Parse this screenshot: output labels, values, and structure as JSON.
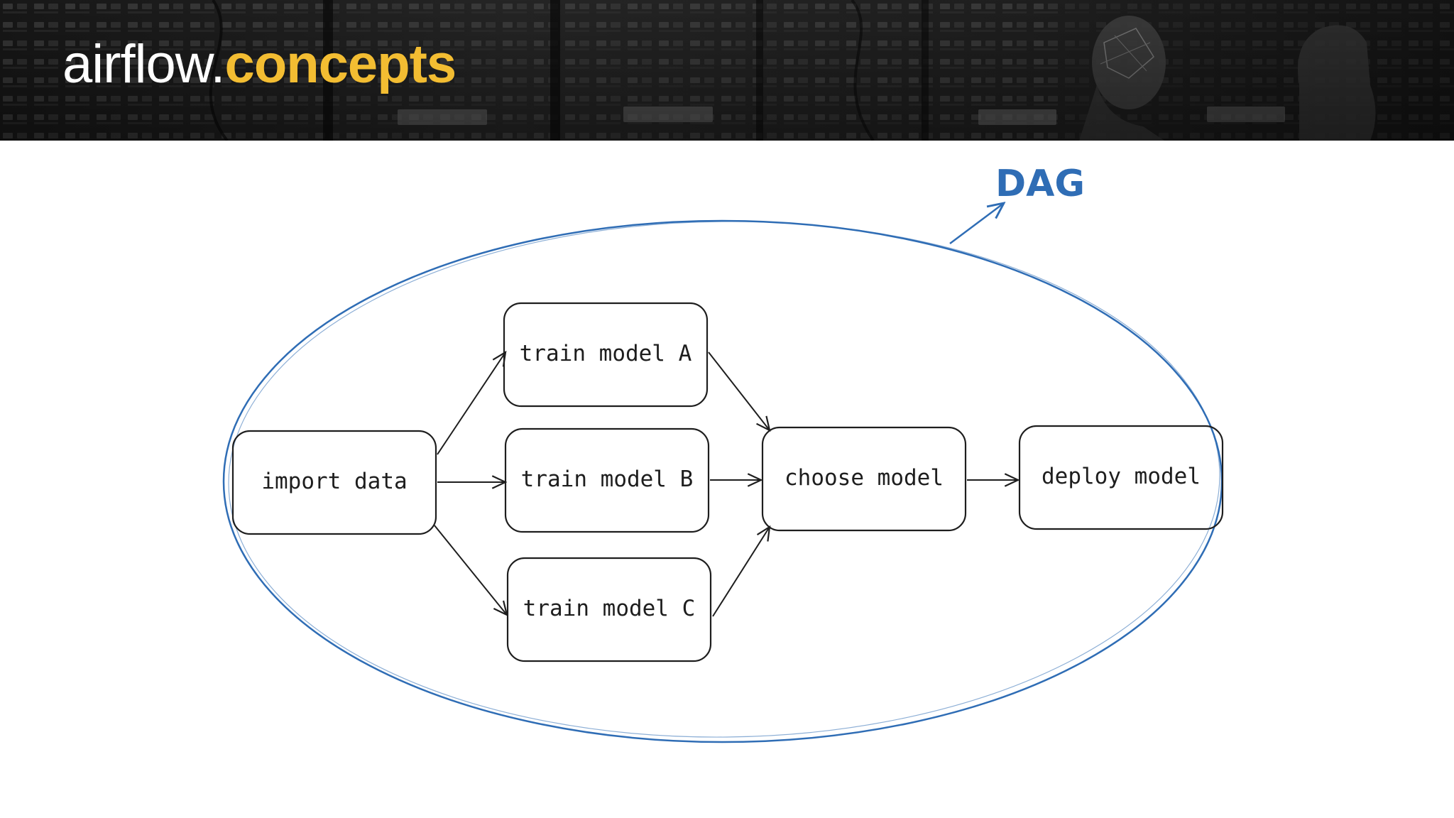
{
  "header": {
    "title_prefix": "airflow.",
    "title_accent": "concepts",
    "accent_color": "#f3bd32"
  },
  "diagram": {
    "group_label": "DAG",
    "group_color": "#2f6db5",
    "nodes": {
      "import_data": "import data",
      "train_a": "train model A",
      "train_b": "train model B",
      "train_c": "train model C",
      "choose_model": "choose model",
      "deploy_model": "deploy model"
    },
    "edges": [
      [
        "import data",
        "train model A"
      ],
      [
        "import data",
        "train model B"
      ],
      [
        "import data",
        "train model C"
      ],
      [
        "train model A",
        "choose model"
      ],
      [
        "train model B",
        "choose model"
      ],
      [
        "train model C",
        "choose model"
      ],
      [
        "choose model",
        "deploy model"
      ]
    ]
  }
}
